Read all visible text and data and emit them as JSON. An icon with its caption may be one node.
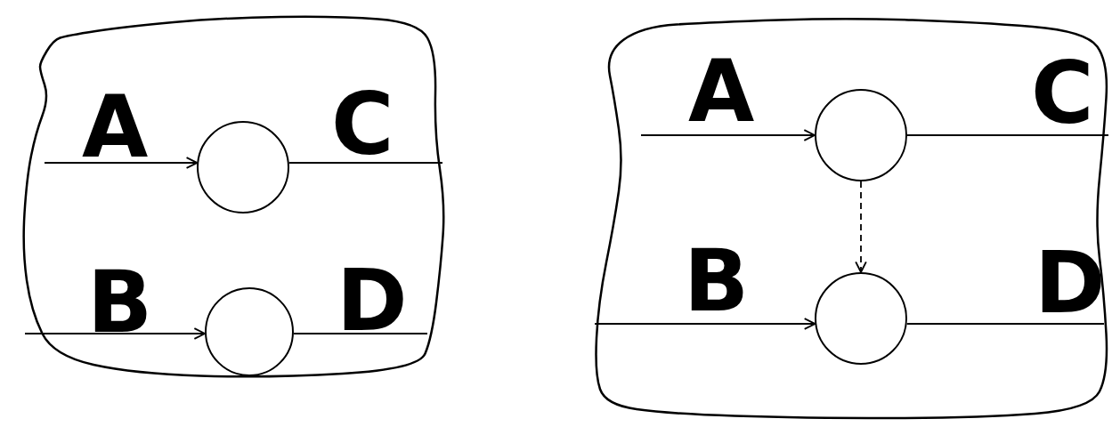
{
  "diagram": {
    "nodes": [
      {
        "text": [],
        "shape": "blob"
      },
      {
        "text": [],
        "shape": "circle",
        "in": 0
      },
      {
        "text": [],
        "shape": "circle",
        "in": 0
      },
      {
        "text": [],
        "shape": "blob"
      },
      {
        "text": [],
        "shape": "circle",
        "in": 3
      },
      {
        "text": [],
        "shape": "circle",
        "in": 3
      }
    ],
    "edges": [
      {
        "from": null,
        "to": 1,
        "arrow": "to",
        "label": "A"
      },
      {
        "from": 1,
        "to": null,
        "arrow": "none",
        "label": "C"
      },
      {
        "from": null,
        "to": 2,
        "arrow": "to",
        "label": "B"
      },
      {
        "from": 2,
        "to": null,
        "arrow": "none",
        "label": "D"
      },
      {
        "from": null,
        "to": 4,
        "arrow": "to",
        "label": "A"
      },
      {
        "from": 4,
        "to": null,
        "arrow": "none",
        "label": "C"
      },
      {
        "from": null,
        "to": 5,
        "arrow": "to",
        "label": "B"
      },
      {
        "from": 5,
        "to": null,
        "arrow": "none",
        "label": "D"
      },
      {
        "from": 4,
        "to": 5,
        "arrow": "to",
        "style": "dashed"
      }
    ]
  }
}
